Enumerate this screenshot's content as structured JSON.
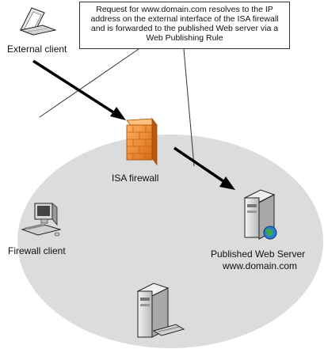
{
  "callout": {
    "text": "Request for www.domain.com resolves to the IP address on the external interface of the ISA firewall and is forwarded to the published Web server via a Web Publishing Rule"
  },
  "nodes": {
    "external_client": {
      "label": "External client",
      "icon": "laptop-icon"
    },
    "isa_firewall": {
      "label": "ISA firewall",
      "icon": "brick-firewall-icon"
    },
    "firewall_client": {
      "label": "Firewall client",
      "icon": "workstation-icon"
    },
    "published_web_server": {
      "label": "Published Web Server",
      "sublabel": "www.domain.com",
      "icon": "web-server-icon"
    },
    "bottom_server": {
      "label": "",
      "icon": "server-icon"
    }
  },
  "colors": {
    "network_zone": "#dcdcdc",
    "firewall": "#f08a2a",
    "arrow": "#000000",
    "callout_border": "#333333",
    "globe": "#2a7fd0"
  }
}
